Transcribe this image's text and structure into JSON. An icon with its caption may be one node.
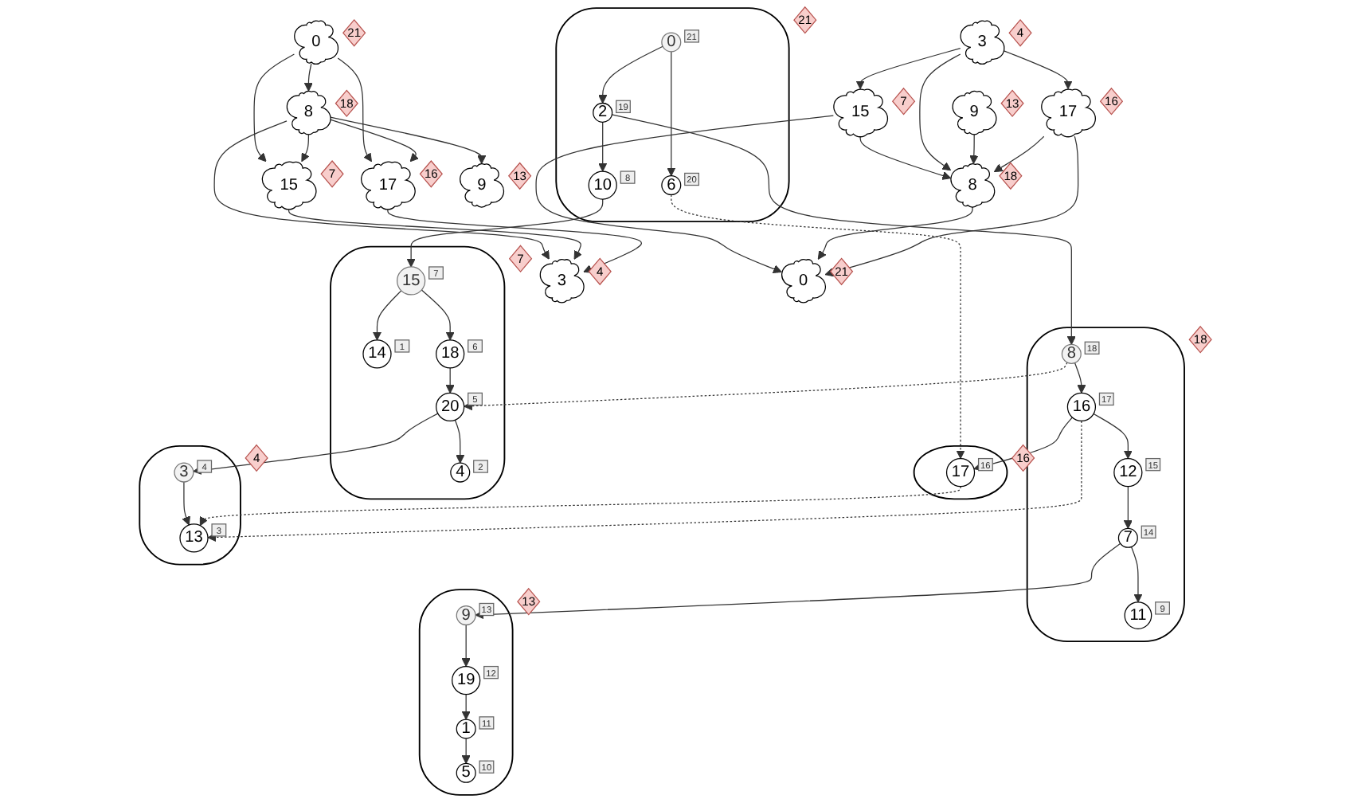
{
  "diagram": {
    "nodes": [
      {
        "text": [],
        "shape": "cloud",
        "beside": [
          "21"
        ]
      },
      {
        "text": [
          "0"
        ],
        "in": 0,
        "beside": [
          "21"
        ]
      },
      {
        "text": [
          "6"
        ],
        "in": 0,
        "beside": [
          "20"
        ]
      },
      {
        "text": [
          "2"
        ],
        "in": 0,
        "beside": [
          "19"
        ]
      },
      {
        "text": [
          "10"
        ],
        "in": 0,
        "beside": [
          "8"
        ]
      },
      {
        "text": [],
        "shape": "cloud",
        "beside": [
          "18"
        ]
      },
      {
        "text": [
          "8"
        ],
        "in": 5,
        "beside": [
          "18"
        ]
      },
      {
        "text": [
          "16"
        ],
        "in": 5,
        "beside": [
          "17"
        ]
      },
      {
        "text": [
          "12"
        ],
        "in": 5,
        "beside": [
          "15"
        ]
      },
      {
        "text": [
          "7"
        ],
        "in": 5,
        "beside": [
          "14"
        ]
      },
      {
        "text": [
          "11"
        ],
        "in": 5,
        "beside": [
          "9"
        ]
      },
      {
        "text": [],
        "shape": "cloud",
        "beside": [
          "16"
        ]
      },
      {
        "text": [
          "17"
        ],
        "in": 11,
        "beside": [
          "16"
        ]
      },
      {
        "text": [],
        "shape": "cloud",
        "beside": [
          "7"
        ]
      },
      {
        "text": [
          "15"
        ],
        "in": 13,
        "beside": [
          "7"
        ]
      },
      {
        "text": [
          "14"
        ],
        "in": 13,
        "beside": [
          "1"
        ]
      },
      {
        "text": [
          "18"
        ],
        "in": 13,
        "beside": [
          "6"
        ]
      },
      {
        "text": [
          "20"
        ],
        "in": 13,
        "beside": [
          "5"
        ]
      },
      {
        "text": [
          "4"
        ],
        "in": 13,
        "beside": [
          "2"
        ]
      },
      {
        "text": [],
        "shape": "cloud",
        "beside": [
          "4"
        ]
      },
      {
        "text": [
          "3"
        ],
        "in": 19,
        "beside": [
          "4"
        ]
      },
      {
        "text": [
          "13"
        ],
        "in": 19,
        "beside": [
          "3"
        ]
      },
      {
        "text": [],
        "shape": "cloud",
        "beside": [
          "13"
        ]
      },
      {
        "text": [
          "9"
        ],
        "in": 22,
        "beside": [
          "13"
        ]
      },
      {
        "text": [
          "19"
        ],
        "in": 22,
        "beside": [
          "12"
        ]
      },
      {
        "text": [
          "1"
        ],
        "in": 22,
        "beside": [
          "11"
        ]
      },
      {
        "text": [
          "5"
        ],
        "in": 22,
        "beside": [
          "10"
        ]
      },
      {
        "text": [
          "0"
        ],
        "beside": [
          "21"
        ]
      },
      {
        "text": [
          "15"
        ],
        "beside": [
          "7"
        ]
      },
      {
        "text": [
          "8"
        ],
        "beside": [
          "18"
        ]
      },
      {
        "text": [
          "17"
        ],
        "beside": [
          "16"
        ]
      },
      {
        "text": [
          "3"
        ],
        "beside": [
          "4"
        ]
      },
      {
        "text": [
          "9"
        ],
        "beside": [
          "13"
        ]
      },
      {
        "text": [
          "0"
        ],
        "beside": [
          "21"
        ]
      },
      {
        "text": [
          "15"
        ],
        "beside": [
          "7"
        ]
      },
      {
        "text": [
          "8"
        ],
        "beside": [
          "18"
        ]
      },
      {
        "text": [
          "17"
        ],
        "beside": [
          "16"
        ]
      },
      {
        "text": [
          "3"
        ],
        "beside": [
          "4"
        ]
      },
      {
        "text": [
          "9"
        ],
        "beside": [
          "13"
        ]
      }
    ],
    "edges": [
      {
        "from": 1,
        "to": 3,
        "arrow": "to"
      },
      {
        "from": 1,
        "to": 2,
        "arrow": "to"
      },
      {
        "from": 3,
        "to": 4,
        "arrow": "to"
      },
      {
        "from": 3,
        "to": 6,
        "arrow": "to"
      },
      {
        "from": 4,
        "to": 14,
        "arrow": "to"
      },
      {
        "from": 14,
        "to": 15,
        "arrow": "to"
      },
      {
        "from": 14,
        "to": 16,
        "arrow": "to"
      },
      {
        "from": 16,
        "to": 17,
        "arrow": "to"
      },
      {
        "from": 17,
        "to": 18,
        "arrow": "to"
      },
      {
        "from": 17,
        "to": 20,
        "arrow": "to"
      },
      {
        "from": 20,
        "to": 21,
        "arrow": "to"
      },
      {
        "from": 6,
        "to": 7,
        "arrow": "to"
      },
      {
        "from": 7,
        "to": 8,
        "arrow": "to"
      },
      {
        "from": 7,
        "to": 12,
        "arrow": "to"
      },
      {
        "from": 8,
        "to": 9,
        "arrow": "to"
      },
      {
        "from": 9,
        "to": 10,
        "arrow": "to"
      },
      {
        "from": 9,
        "to": 23,
        "arrow": "to"
      },
      {
        "from": 23,
        "to": 24,
        "arrow": "to"
      },
      {
        "from": 24,
        "to": 25,
        "arrow": "to"
      },
      {
        "from": 25,
        "to": 26,
        "arrow": "to"
      },
      {
        "from": 2,
        "to": 12,
        "arrow": "to",
        "style": "dashed"
      },
      {
        "from": 6,
        "to": 17,
        "arrow": "to",
        "style": "dashed"
      },
      {
        "from": 7,
        "to": 21,
        "arrow": "to",
        "style": "dashed"
      },
      {
        "from": 12,
        "to": 21,
        "arrow": "to",
        "style": "dashed"
      },
      {
        "from": 27,
        "to": 28,
        "arrow": "to"
      },
      {
        "from": 27,
        "to": 29,
        "arrow": "to"
      },
      {
        "from": 27,
        "to": 30,
        "arrow": "to"
      },
      {
        "from": 29,
        "to": 28,
        "arrow": "to"
      },
      {
        "from": 29,
        "to": 31,
        "arrow": "to"
      },
      {
        "from": 29,
        "to": 30,
        "arrow": "to"
      },
      {
        "from": 29,
        "to": 32,
        "arrow": "to"
      },
      {
        "from": 28,
        "to": 31,
        "arrow": "to"
      },
      {
        "from": 30,
        "to": 31,
        "arrow": "to"
      },
      {
        "from": 34,
        "to": 33,
        "arrow": "to"
      },
      {
        "from": 35,
        "to": 33,
        "arrow": "to"
      },
      {
        "from": 36,
        "to": 33,
        "arrow": "to"
      },
      {
        "from": 34,
        "to": 35,
        "arrow": "to"
      },
      {
        "from": 37,
        "to": 35,
        "arrow": "to"
      },
      {
        "from": 37,
        "to": 34,
        "arrow": "to"
      },
      {
        "from": 37,
        "to": 36,
        "arrow": "to"
      },
      {
        "from": 38,
        "to": 35,
        "arrow": "to"
      },
      {
        "from": 36,
        "to": 35,
        "arrow": "to"
      }
    ]
  }
}
